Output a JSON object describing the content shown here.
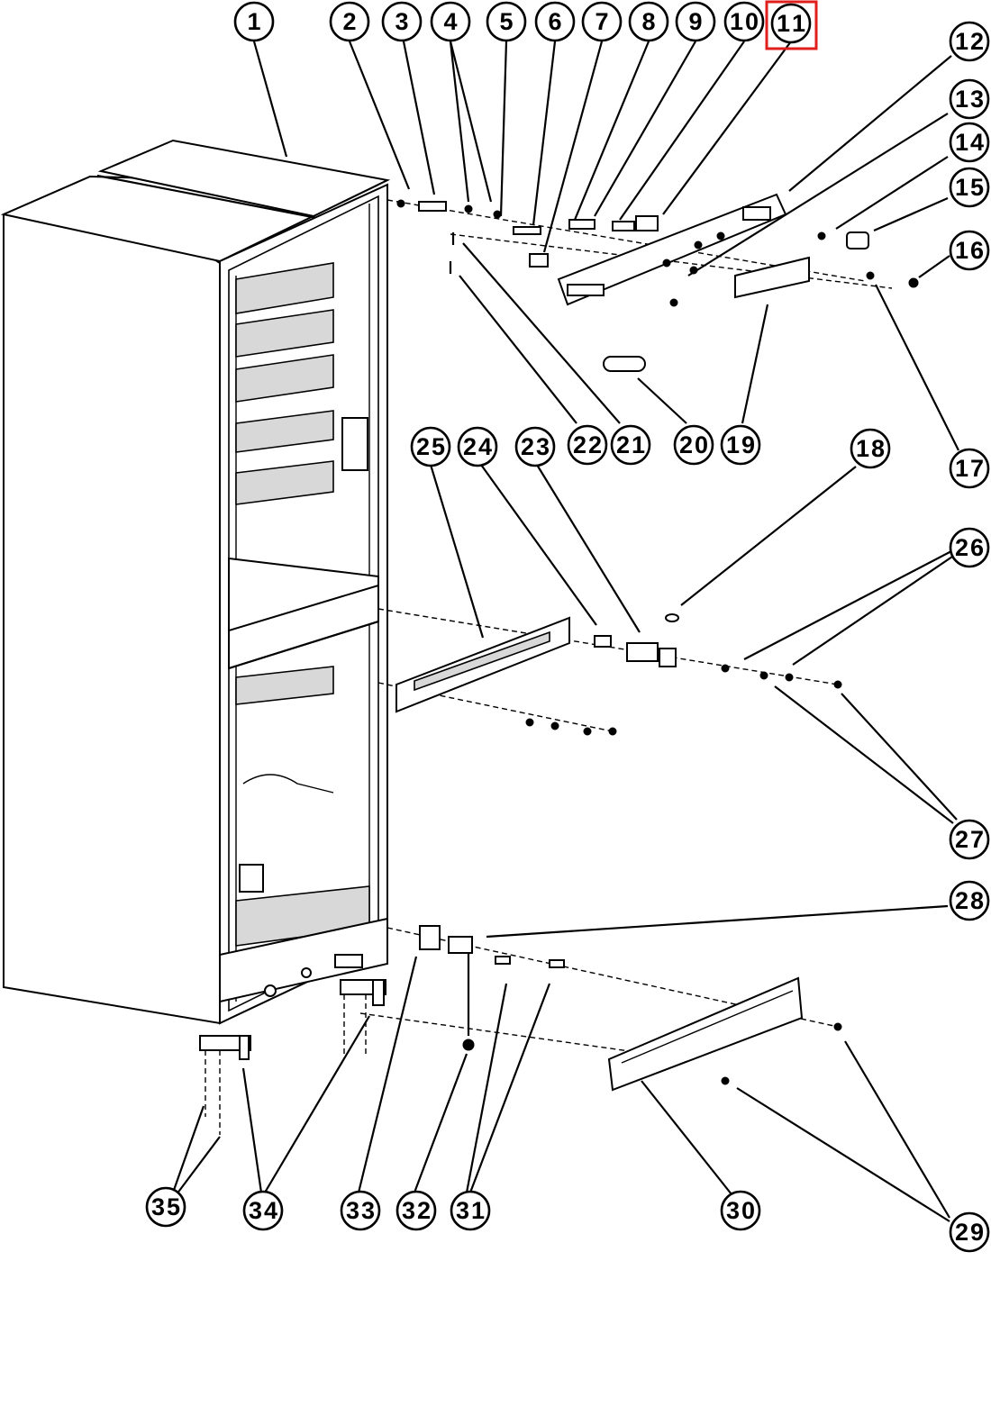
{
  "callouts": [
    "1",
    "2",
    "3",
    "4",
    "5",
    "6",
    "7",
    "8",
    "9",
    "10",
    "11",
    "12",
    "13",
    "14",
    "15",
    "16",
    "17",
    "18",
    "19",
    "20",
    "21",
    "22",
    "23",
    "24",
    "25",
    "26",
    "27",
    "28",
    "29",
    "30",
    "31",
    "32",
    "33",
    "34",
    "35"
  ],
  "highlight": {
    "label": "11",
    "color": "#e01e1e"
  },
  "colors": {
    "ink": "#000000",
    "paper": "#ffffff"
  }
}
